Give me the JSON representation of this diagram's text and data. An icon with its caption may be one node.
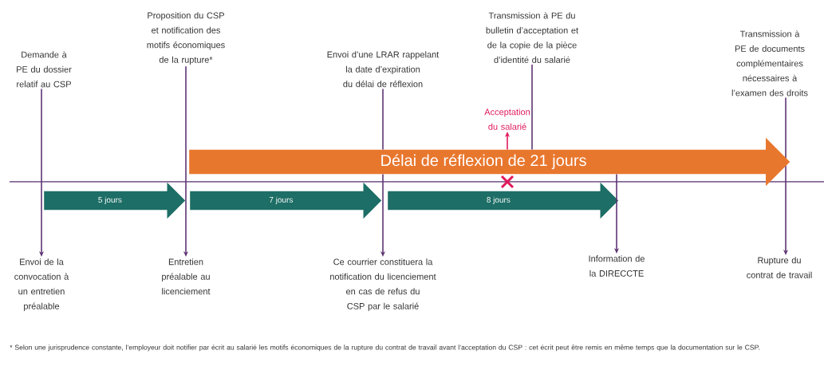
{
  "diagram": {
    "nodes": [
      {
        "text": [
          "Demande à PE du dossier relatif au CSP"
        ]
      },
      {
        "text": [
          "Proposition du CSP et notification des motifs économiques de la rupture*"
        ]
      },
      {
        "text": [
          "Envoi d’une LRAR rappelant la date d’expiration du délai de réflexion"
        ]
      },
      {
        "text": [
          "Transmission à PE du bulletin d’acceptation et de la copie de la pièce d’identité du salarié"
        ]
      },
      {
        "text": [
          "Transmission à PE de documents complémentaires nécessaires à l’examen des droits"
        ]
      },
      {
        "text": [
          "Acceptation du salarié"
        ]
      },
      {
        "text": [
          "Délai de réflexion de 21 jours"
        ]
      },
      {
        "text": [],
        "shape": "cross"
      },
      {
        "text": [
          "5 jours"
        ]
      },
      {
        "text": [
          "7 jours"
        ]
      },
      {
        "text": [
          "8 jours"
        ]
      },
      {
        "text": [
          "Envoi de la convocation à un entretien préalable"
        ]
      },
      {
        "text": [
          "Entretien préalable au licenciement"
        ]
      },
      {
        "text": [
          "Ce courrier constituera la notification du licenciement en cas de refus du CSP par le salarié"
        ]
      },
      {
        "text": [
          "Information de la DIRECCTE"
        ]
      },
      {
        "text": [
          "Rupture du contrat de travail"
        ]
      }
    ],
    "edges": [
      {
        "from": 0,
        "to": 11,
        "arrow": "to"
      },
      {
        "from": 1,
        "to": 12,
        "arrow": "to"
      },
      {
        "from": 2,
        "to": 6,
        "arrow": "none"
      },
      {
        "from": 6,
        "to": 13,
        "arrow": "to"
      },
      {
        "from": 3,
        "to": 6,
        "arrow": "none"
      },
      {
        "from": 6,
        "to": 14,
        "arrow": "to"
      },
      {
        "from": 4,
        "to": 15,
        "arrow": "to"
      },
      {
        "from": 6,
        "to": 5,
        "arrow": "to",
        "color": "#e0195a"
      }
    ],
    "labels": [
      "* Selon une jurisprudence constante, l’employeur doit notifier par écrit au salarié les motifs économiques de la rupture du contrat de travail avant l’acceptation du CSP : cet écrit peut être remis en même temps que la documentation sur le CSP."
    ]
  }
}
